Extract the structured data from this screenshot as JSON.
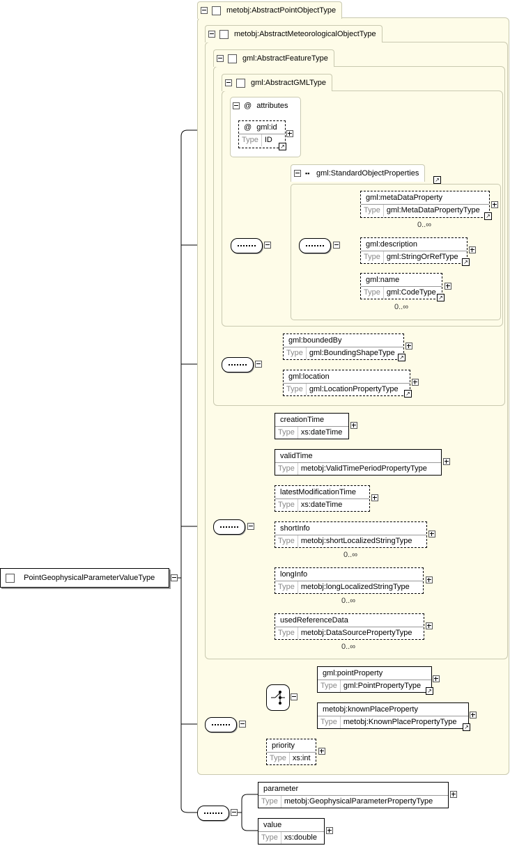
{
  "root": {
    "name": "PointGeophysicalParameterValueType"
  },
  "types": {
    "abstract_point": "metobj:AbstractPointObjectType",
    "abstract_meteo": "metobj:AbstractMeteorologicalObjectType",
    "abstract_feature": "gml:AbstractFeatureType",
    "abstract_gml": "gml:AbstractGMLType"
  },
  "attributes": {
    "group_label": "attributes",
    "at_symbol": "@",
    "id_name": "gml:id",
    "id_type": "ID"
  },
  "standard_props": {
    "label": "gml:StandardObjectProperties",
    "elements": [
      {
        "name": "gml:metaDataProperty",
        "type": "gml:MetaDataPropertyType",
        "mult": "0..∞"
      },
      {
        "name": "gml:description",
        "type": "gml:StringOrRefType",
        "mult": ""
      },
      {
        "name": "gml:name",
        "type": "gml:CodeType",
        "mult": "0..∞"
      }
    ]
  },
  "feature_elements": [
    {
      "name": "gml:boundedBy",
      "type": "gml:BoundingShapeType"
    },
    {
      "name": "gml:location",
      "type": "gml:LocationPropertyType"
    }
  ],
  "meteo_elements": [
    {
      "name": "creationTime",
      "type": "xs:dateTime",
      "mult": ""
    },
    {
      "name": "validTime",
      "type": "metobj:ValidTimePeriodPropertyType",
      "mult": ""
    },
    {
      "name": "latestModificationTime",
      "type": "xs:dateTime",
      "mult": ""
    },
    {
      "name": "shortInfo",
      "type": "metobj:shortLocalizedStringType",
      "mult": "0..∞"
    },
    {
      "name": "longInfo",
      "type": "metobj:longLocalizedStringType",
      "mult": "0..∞"
    },
    {
      "name": "usedReferenceData",
      "type": "metobj:DataSourcePropertyType",
      "mult": "0..∞"
    }
  ],
  "point_elements": [
    {
      "name": "gml:pointProperty",
      "type": "gml:PointPropertyType"
    },
    {
      "name": "metobj:knownPlaceProperty",
      "type": "metobj:KnownPlacePropertyType"
    },
    {
      "name": "priority",
      "type": "xs:int"
    }
  ],
  "own_elements": [
    {
      "name": "parameter",
      "type": "metobj:GeophysicalParameterPropertyType"
    },
    {
      "name": "value",
      "type": "xs:double"
    }
  ],
  "type_key": "Type",
  "link_glyph": "↗"
}
